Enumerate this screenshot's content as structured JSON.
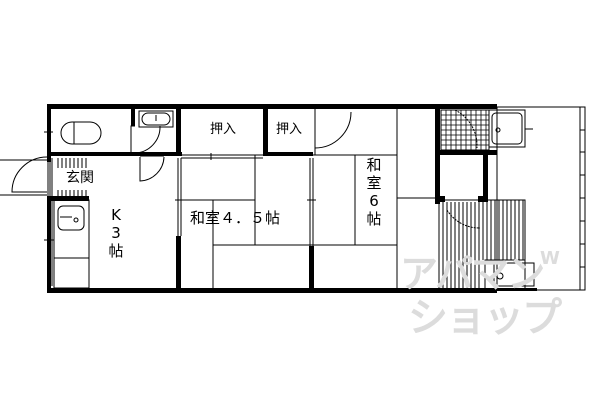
{
  "plan": {
    "rooms": [
      {
        "id": "entrance",
        "label": "玄関"
      },
      {
        "id": "kitchen",
        "label_lines": [
          "K",
          "3",
          "帖"
        ]
      },
      {
        "id": "closet-1",
        "label": "押入"
      },
      {
        "id": "closet-2",
        "label": "押入"
      },
      {
        "id": "washitsu-45",
        "label": "和室４．５帖"
      },
      {
        "id": "washitsu-6",
        "label_lines": [
          "和",
          "室",
          "6",
          "帖"
        ]
      }
    ],
    "fixtures": [
      "bathtub",
      "toilet",
      "kitchen-sink",
      "shower-unit",
      "washing-machine-pan"
    ]
  },
  "watermark": {
    "line1": "アパマン",
    "line2": "ショップ",
    "mark": "W",
    "color": "#dcdcdc"
  }
}
